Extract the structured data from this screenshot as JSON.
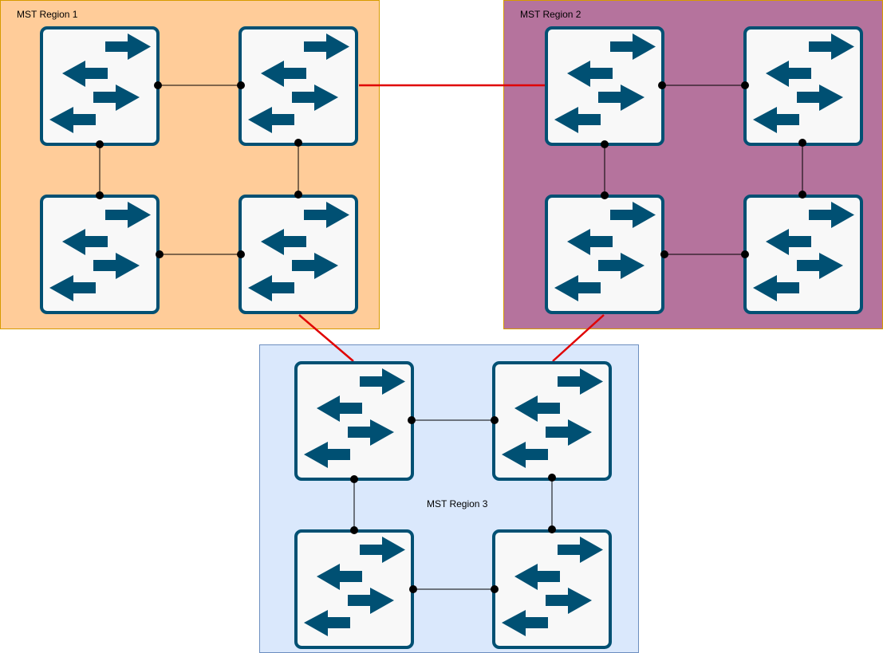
{
  "colors": {
    "region1_fill": "#ffcc99",
    "region1_stroke": "#d79b00",
    "region2_fill": "#b5739d",
    "region2_stroke": "#d79b00",
    "region3_fill": "#dae8fc",
    "region3_stroke": "#6c8ebf",
    "switch_fill": "#f8f8f8",
    "switch_stroke": "#005073",
    "arrow": "#005073",
    "inner_link": "#000000",
    "inter_region_link": "#e00000"
  },
  "regions": [
    {
      "id": "r1",
      "label": "MST Region 1"
    },
    {
      "id": "r2",
      "label": "MST Region 2"
    },
    {
      "id": "r3",
      "label": "MST Region 3"
    }
  ],
  "switch_icon": "network-switch-icon",
  "switches": [
    {
      "id": "r1-s1",
      "region": "r1"
    },
    {
      "id": "r1-s2",
      "region": "r1"
    },
    {
      "id": "r1-s3",
      "region": "r1"
    },
    {
      "id": "r1-s4",
      "region": "r1"
    },
    {
      "id": "r2-s1",
      "region": "r2"
    },
    {
      "id": "r2-s2",
      "region": "r2"
    },
    {
      "id": "r2-s3",
      "region": "r2"
    },
    {
      "id": "r2-s4",
      "region": "r2"
    },
    {
      "id": "r3-s1",
      "region": "r3"
    },
    {
      "id": "r3-s2",
      "region": "r3"
    },
    {
      "id": "r3-s3",
      "region": "r3"
    },
    {
      "id": "r3-s4",
      "region": "r3"
    }
  ],
  "links": [
    {
      "from": "r1-s1",
      "to": "r1-s2",
      "kind": "intra"
    },
    {
      "from": "r1-s1",
      "to": "r1-s3",
      "kind": "intra"
    },
    {
      "from": "r1-s2",
      "to": "r1-s4",
      "kind": "intra"
    },
    {
      "from": "r1-s3",
      "to": "r1-s4",
      "kind": "intra"
    },
    {
      "from": "r2-s1",
      "to": "r2-s2",
      "kind": "intra"
    },
    {
      "from": "r2-s1",
      "to": "r2-s3",
      "kind": "intra"
    },
    {
      "from": "r2-s2",
      "to": "r2-s4",
      "kind": "intra"
    },
    {
      "from": "r2-s3",
      "to": "r2-s4",
      "kind": "intra"
    },
    {
      "from": "r3-s1",
      "to": "r3-s2",
      "kind": "intra"
    },
    {
      "from": "r3-s1",
      "to": "r3-s3",
      "kind": "intra"
    },
    {
      "from": "r3-s2",
      "to": "r3-s4",
      "kind": "intra"
    },
    {
      "from": "r3-s3",
      "to": "r3-s4",
      "kind": "intra"
    },
    {
      "from": "r1-s2",
      "to": "r2-s1",
      "kind": "inter-region"
    },
    {
      "from": "r1-s4",
      "to": "r3-s1",
      "kind": "inter-region"
    },
    {
      "from": "r2-s3",
      "to": "r3-s2",
      "kind": "inter-region"
    }
  ]
}
